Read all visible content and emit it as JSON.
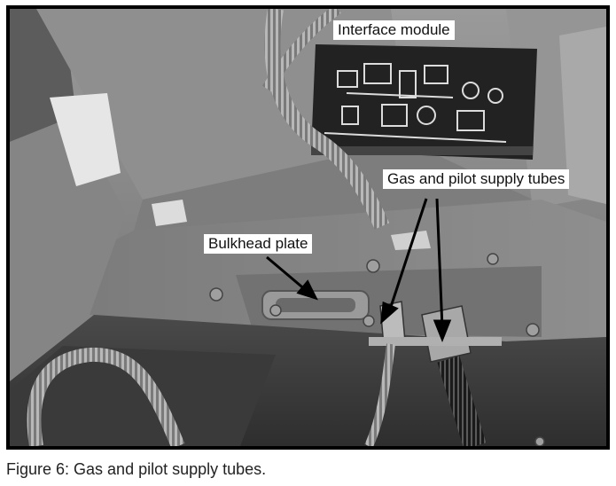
{
  "figure": {
    "labels": {
      "interface_module": "Interface module",
      "gas_pilot_tubes": "Gas and pilot supply tubes",
      "bulkhead_plate": "Bulkhead plate"
    },
    "caption": "Figure 6:  Gas and pilot supply tubes."
  }
}
